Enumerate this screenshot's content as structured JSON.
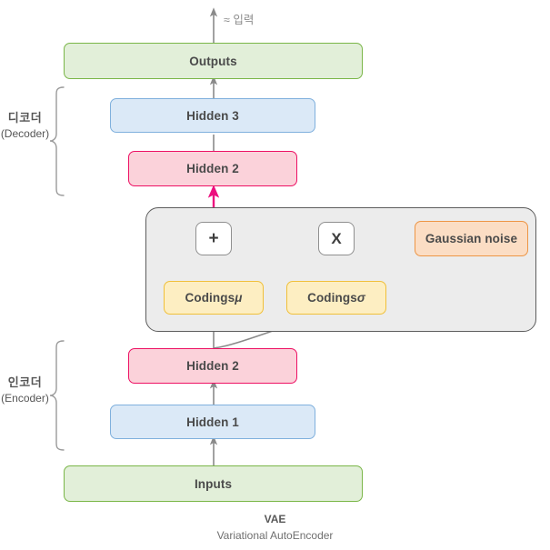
{
  "diagram": {
    "type": "neural-network-architecture",
    "top_note": "≈ 입력",
    "caption": {
      "abbr": "VAE",
      "full": "Variational  AutoEncoder"
    },
    "brackets": [
      {
        "id": "decoder",
        "ko": "디코더",
        "en": "(Decoder)"
      },
      {
        "id": "encoder",
        "ko": "인코더",
        "en": "(Encoder)"
      }
    ],
    "nodes": {
      "outputs": "Outputs",
      "hidden3": "Hidden 3",
      "hidden2_decoder": "Hidden 2",
      "plus_op": "+",
      "times_op": "X",
      "gaussian_noise": "Gaussian noise",
      "codings_mu_prefix": "Codings ",
      "codings_mu_symbol": "μ",
      "codings_sigma_prefix": "Codings ",
      "codings_sigma_symbol": "σ",
      "hidden2_encoder": "Hidden 2",
      "hidden1": "Hidden 1",
      "inputs": "Inputs"
    },
    "colors": {
      "green_fill": "#e2efd9",
      "green_stroke": "#7ab648",
      "blue_fill": "#dbe9f7",
      "blue_stroke": "#7fb0dd",
      "pink_fill": "#fbd2da",
      "pink_stroke": "#ed1164",
      "yellow_fill": "#fdeec2",
      "yellow_stroke": "#f0c03a",
      "orange_fill": "#fbddc4",
      "orange_stroke": "#ed9545",
      "panel_fill": "#ececec",
      "panel_stroke": "#5d5d5d",
      "magenta_arrow": "#ec0f7e",
      "gray_arrow": "#8a8a8a",
      "text": "#4a4a4a"
    }
  }
}
